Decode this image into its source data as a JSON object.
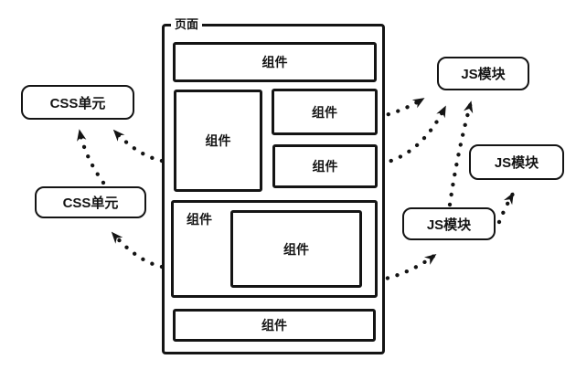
{
  "diagram": {
    "page": {
      "label": "页面"
    },
    "component_label": "组件",
    "css_unit_label": "CSS单元",
    "js_module_label": "JS模块",
    "colors": {
      "stroke": "#141414",
      "background": "#ffffff"
    },
    "nodes": {
      "page_components": [
        "top-bar",
        "left",
        "right-top",
        "right-bottom",
        "middle",
        "middle-nested",
        "bottom-bar"
      ],
      "css_units": 2,
      "js_modules": 3
    },
    "connections": [
      {
        "from": "component-left",
        "to": "css-unit-1",
        "style": "dotted-arrow"
      },
      {
        "from": "css-unit-2",
        "to": "css-unit-1",
        "style": "dotted-arrow"
      },
      {
        "from": "component-middle",
        "to": "css-unit-2",
        "style": "dotted-arrow"
      },
      {
        "from": "component-right-top",
        "to": "js-module-1",
        "style": "dotted-arrow"
      },
      {
        "from": "component-right-bottom",
        "to": "js-module-1",
        "style": "dotted-arrow"
      },
      {
        "from": "js-module-3",
        "to": "js-module-1",
        "style": "dotted-arrow"
      },
      {
        "from": "js-module-3",
        "to": "js-module-2",
        "style": "dotted-arrow"
      },
      {
        "from": "component-middle",
        "to": "js-module-3",
        "style": "dotted-arrow"
      }
    ]
  }
}
